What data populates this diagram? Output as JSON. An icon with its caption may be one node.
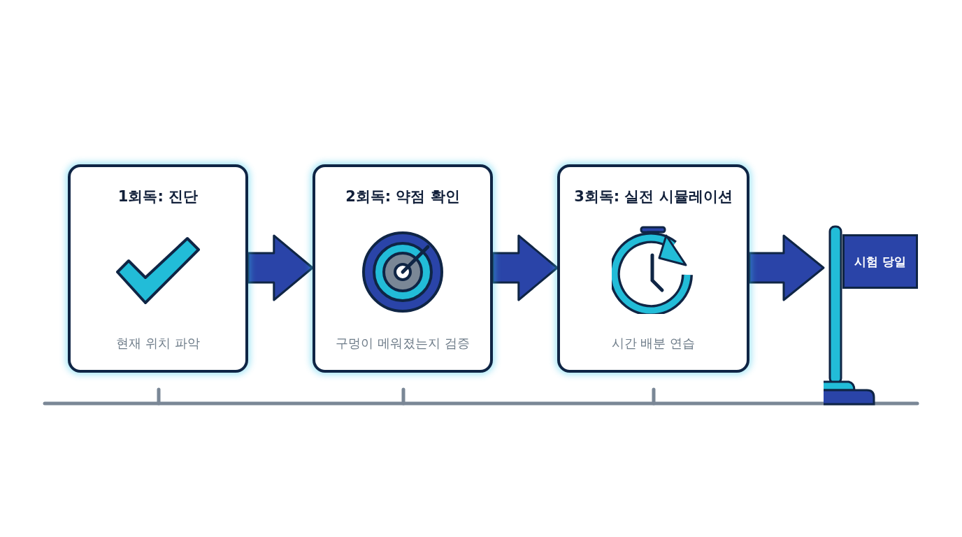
{
  "diagram": {
    "nodes": [
      {
        "text": [
          "1회독: 진단",
          "현재 위치 파악"
        ]
      },
      {
        "text": [
          "2회독: 약점 확인",
          "구멍이 메워졌는지 검증"
        ]
      },
      {
        "text": [
          "3회독: 실전 시뮬레이션",
          "시간 배분 연습"
        ]
      },
      {
        "text": [
          "시험 당일"
        ]
      }
    ],
    "edges": [
      {
        "from": 0,
        "to": 1,
        "arrow": "to",
        "style": "thick"
      },
      {
        "from": 1,
        "to": 2,
        "arrow": "to",
        "style": "thick"
      },
      {
        "from": 2,
        "to": 3,
        "arrow": "to",
        "style": "thick"
      }
    ]
  }
}
